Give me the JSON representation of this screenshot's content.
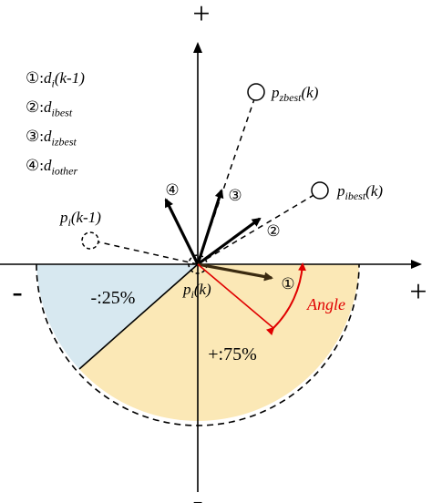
{
  "colors": {
    "negative_fill": "#d7e8f0",
    "positive_fill": "#fbe8b6",
    "angle_color": "#e00000",
    "stroke": "#000000",
    "arrow1": "#3a2a10"
  },
  "axis": {
    "plus_top": "+",
    "plus_right": "+",
    "minus_left": "-",
    "minus_bottom": "-"
  },
  "legend": [
    {
      "num": "①",
      "sep": ":",
      "var": "d",
      "sub": "i",
      "arg": "(k-1)"
    },
    {
      "num": "②",
      "sep": ":",
      "var": "d",
      "sub": "ibest",
      "arg": ""
    },
    {
      "num": "③",
      "sep": ":",
      "var": "d",
      "sub": "izbest",
      "arg": ""
    },
    {
      "num": "④",
      "sep": ":",
      "var": "d",
      "sub": "iother",
      "arg": ""
    }
  ],
  "points": {
    "pzbest": {
      "base": "p",
      "sub": "zbest",
      "arg": "(k)"
    },
    "pibest": {
      "base": "p",
      "sub": "ibest",
      "arg": "(k)"
    },
    "pprev": {
      "base": "p",
      "sub": "i",
      "arg": "(k-1)"
    },
    "pcur": {
      "base": "p",
      "sub": "i",
      "arg": "(k)"
    }
  },
  "arrow_numbers": {
    "one": "①",
    "two": "②",
    "three": "③",
    "four": "④"
  },
  "regions": {
    "negative_label": "-:25%",
    "positive_label": "+:75%"
  },
  "angle_label": "Angle"
}
